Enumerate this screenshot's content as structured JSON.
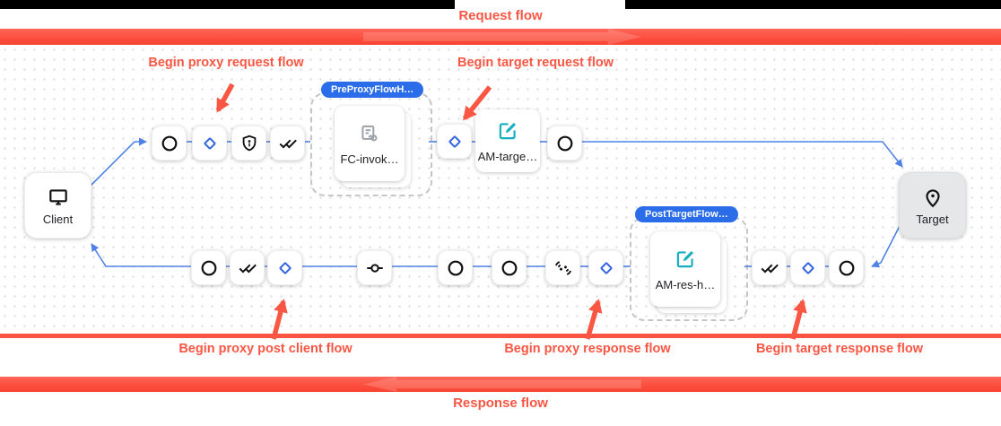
{
  "header": {
    "request_flow_label": "Request flow"
  },
  "footer": {
    "response_flow_label": "Response flow"
  },
  "annotations": {
    "begin_proxy_request": "Begin proxy request flow",
    "begin_target_request": "Begin target request flow",
    "begin_proxy_post_client": "Begin proxy post client flow",
    "begin_proxy_response": "Begin proxy response flow",
    "begin_target_response": "Begin target response flow"
  },
  "diagram": {
    "client_label": "Client",
    "target_label": "Target",
    "pre_proxy_group": {
      "badge": "PreProxyFlowH…",
      "policy_label": "FC-invok…"
    },
    "target_request_policy_label": "AM-targe…",
    "post_target_group": {
      "badge": "PostTargetFlow…",
      "policy_label": "AM-res-h…"
    },
    "icon_names": [
      "monitor-icon",
      "location-pin-icon",
      "circle-icon",
      "diamond-icon",
      "shield-alert-icon",
      "double-check-icon",
      "commit-icon",
      "signal-icon",
      "flow-callout-icon",
      "edit-icon"
    ]
  },
  "colors": {
    "annotation_red": "#f95744",
    "bar_red": "#fb4a39",
    "badge_blue": "#2b6de8",
    "connector_blue": "#4f82e8",
    "policy_teal": "#14aec3"
  }
}
